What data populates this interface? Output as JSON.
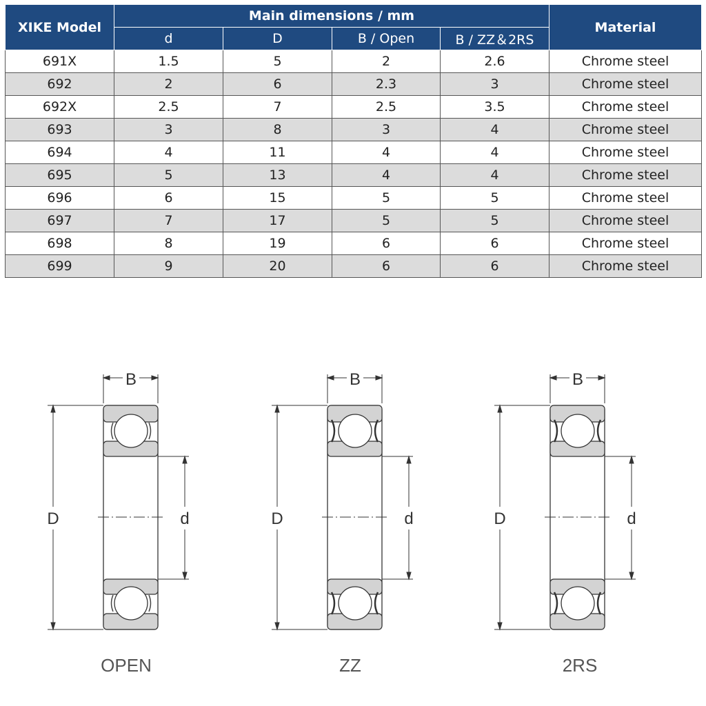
{
  "table": {
    "headers": {
      "model": "XIKE Model",
      "group": "Main dimensions / mm",
      "material": "Material",
      "sub": [
        "d",
        "D",
        "B / Open",
        "B / ZZ＆2RS"
      ]
    },
    "rows": [
      [
        "691X",
        "1.5",
        "5",
        "2",
        "2.6",
        "Chrome steel"
      ],
      [
        "692",
        "2",
        "6",
        "2.3",
        "3",
        "Chrome steel"
      ],
      [
        "692X",
        "2.5",
        "7",
        "2.5",
        "3.5",
        "Chrome steel"
      ],
      [
        "693",
        "3",
        "8",
        "3",
        "4",
        "Chrome steel"
      ],
      [
        "694",
        "4",
        "11",
        "4",
        "4",
        "Chrome steel"
      ],
      [
        "695",
        "5",
        "13",
        "4",
        "4",
        "Chrome steel"
      ],
      [
        "696",
        "6",
        "15",
        "5",
        "5",
        "Chrome steel"
      ],
      [
        "697",
        "7",
        "17",
        "5",
        "5",
        "Chrome steel"
      ],
      [
        "698",
        "8",
        "19",
        "6",
        "6",
        "Chrome steel"
      ],
      [
        "699",
        "9",
        "20",
        "6",
        "6",
        "Chrome steel"
      ]
    ]
  },
  "diagrams": [
    {
      "type": "open",
      "caption": "OPEN",
      "labels": {
        "B": "B",
        "D": "D",
        "d": "d"
      }
    },
    {
      "type": "zz",
      "caption": "ZZ",
      "labels": {
        "B": "B",
        "D": "D",
        "d": "d"
      }
    },
    {
      "type": "2rs",
      "caption": "2RS",
      "labels": {
        "B": "B",
        "D": "D",
        "d": "d"
      }
    }
  ],
  "colors": {
    "header": "#1f4a80",
    "stripe": "#dcdcdc",
    "ring": "#d3d3d3"
  }
}
